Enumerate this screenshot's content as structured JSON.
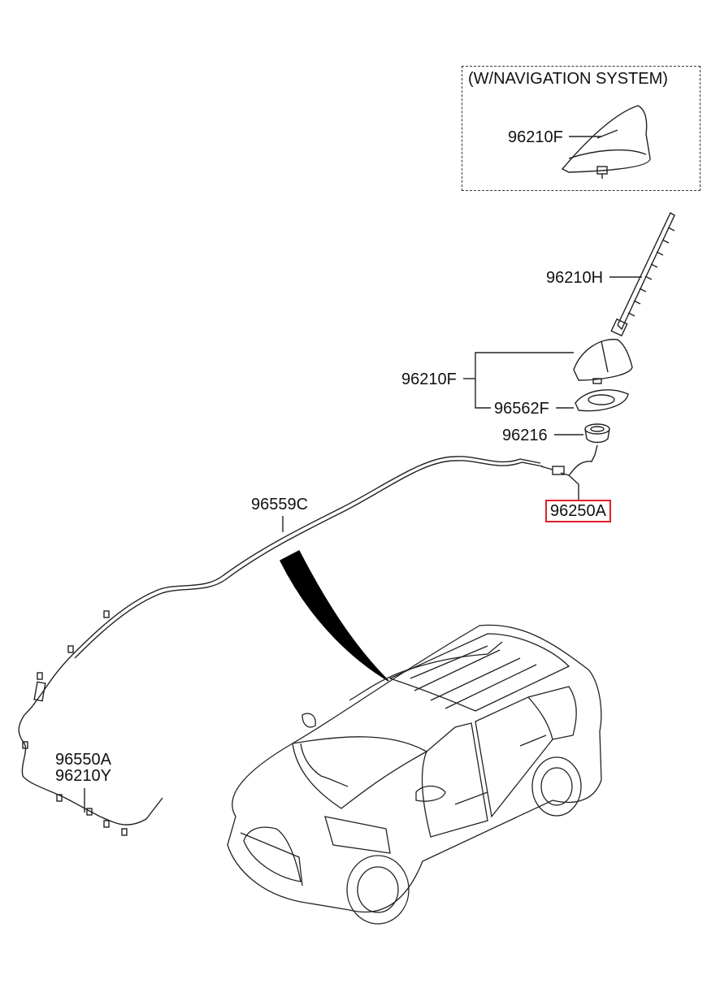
{
  "nav_box": {
    "title": "(W/NAVIGATION SYSTEM)"
  },
  "labels": {
    "shark_fin_nav": "96210F",
    "pole_antenna": "96210H",
    "antenna_base": "96210F",
    "base_gasket": "96562F",
    "nut": "96216",
    "feeder_cable": "96250A",
    "roof_cable": "96559C",
    "main_harness": "96550A",
    "main_harness_alt": "96210Y"
  },
  "highlight": {
    "part": "96250A",
    "color": "#e0202a"
  }
}
